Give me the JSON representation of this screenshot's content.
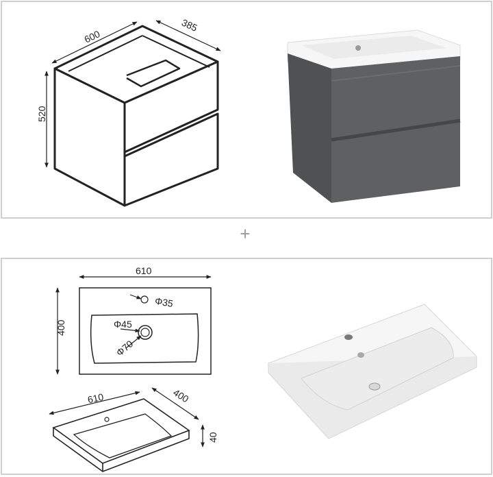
{
  "cabinet_drawing": {
    "width": "600",
    "depth": "385",
    "height": "520"
  },
  "separator": "+",
  "basin_top_view": {
    "width": "610",
    "depth": "400",
    "tap_hole": "Φ35",
    "drain": "Φ45",
    "drain_outer": "Φ70"
  },
  "basin_perspective": {
    "width": "610",
    "depth": "400",
    "thickness": "40"
  },
  "colors": {
    "cabinet": "#5a5c5e",
    "basin": "#f4f4f4",
    "frame": "#cfcfcf"
  }
}
